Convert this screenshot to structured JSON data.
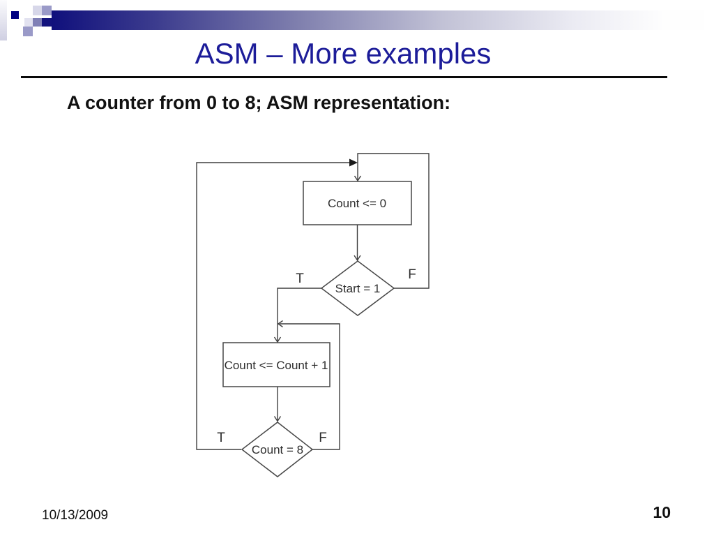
{
  "slide": {
    "title": "ASM – More examples",
    "subtitle": "A counter from 0 to 8; ASM representation:",
    "footer": {
      "date": "10/13/2009",
      "page_number": "10"
    },
    "colors": {
      "title_navy": "#1c1c99",
      "accent_navy": "#000082",
      "divider_black": "#0a0a0a",
      "diagram_line": "#3f3f3f"
    }
  },
  "flowchart": {
    "nodes": [
      {
        "id": "init",
        "type": "process",
        "label": "Count <= 0"
      },
      {
        "id": "start-check",
        "type": "decision",
        "label": "Start = 1"
      },
      {
        "id": "increment",
        "type": "process",
        "label": "Count <= Count + 1"
      },
      {
        "id": "count-check",
        "type": "decision",
        "label": "Count = 8"
      }
    ],
    "branch_labels": {
      "start_true": "T",
      "start_false": "F",
      "count_true": "T",
      "count_false": "F"
    },
    "edges": [
      {
        "from": "init",
        "to": "start-check"
      },
      {
        "from": "start-check",
        "branch": "F",
        "to": "init"
      },
      {
        "from": "start-check",
        "branch": "T",
        "to": "increment"
      },
      {
        "from": "increment",
        "to": "count-check"
      },
      {
        "from": "count-check",
        "branch": "F",
        "to": "increment"
      },
      {
        "from": "count-check",
        "branch": "T",
        "to": "init"
      }
    ]
  }
}
